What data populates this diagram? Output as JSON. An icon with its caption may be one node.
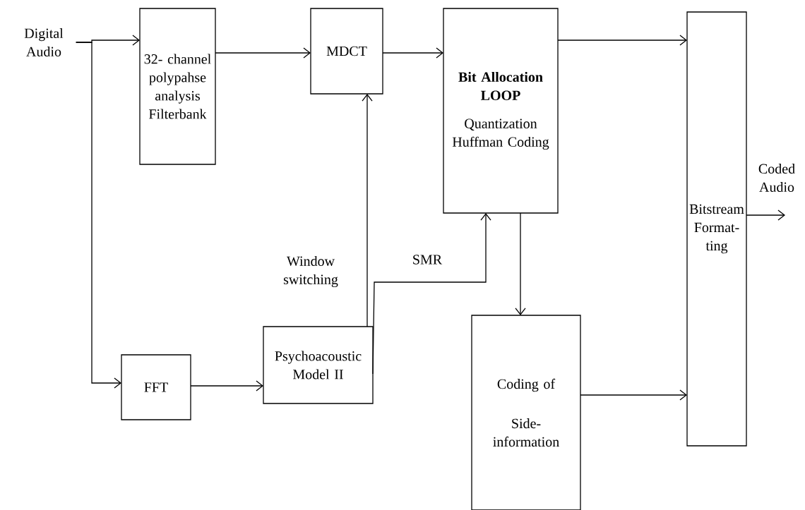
{
  "diagram": {
    "nodes": [
      {
        "text": [
          "Digital Audio"
        ]
      },
      {
        "text": [
          "32- channel polypahse analysis Filterbank"
        ]
      },
      {
        "text": [
          "MDCT"
        ]
      },
      {
        "text": [
          "Bit Allocation LOOP",
          "Quantization Huffman Coding"
        ]
      },
      {
        "text": [
          "Bitstream Format- ting"
        ]
      },
      {
        "text": [
          "FFT"
        ]
      },
      {
        "text": [
          "Psychoacoustic Model II"
        ]
      },
      {
        "text": [
          "Coding of",
          "Side- information"
        ]
      }
    ],
    "edges": [
      {
        "from": 0,
        "to": 1,
        "arrow": "to"
      },
      {
        "from": 0,
        "to": 5,
        "arrow": "to"
      },
      {
        "from": 1,
        "to": 2,
        "arrow": "to"
      },
      {
        "from": 2,
        "to": 3,
        "arrow": "to"
      },
      {
        "from": 3,
        "to": 4,
        "arrow": "to"
      },
      {
        "from": 6,
        "to": 2,
        "arrow": "to",
        "label": "Window switching"
      },
      {
        "from": 6,
        "to": 3,
        "arrow": "to",
        "label": "SMR"
      },
      {
        "from": 5,
        "to": 6,
        "arrow": "to"
      },
      {
        "from": 3,
        "to": 7,
        "arrow": "to"
      },
      {
        "from": 7,
        "to": 4,
        "arrow": "to"
      },
      {
        "from": 4,
        "to": null,
        "arrow": "to",
        "label": "Coded Audio"
      }
    ]
  }
}
